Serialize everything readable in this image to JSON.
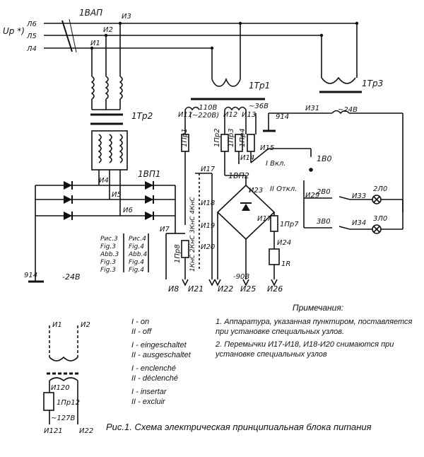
{
  "diagram": {
    "caption": "Рис.1. Схема электрическая принципиальная блока питания",
    "supply": {
      "label": "Uр *)",
      "lines": [
        "Л6",
        "Л5",
        "Л4"
      ]
    },
    "components": {
      "main_switch": "1ВАП",
      "tr1": "1Тр1",
      "tr2": "1Тр2",
      "tr3": "1Тр3",
      "bridge1": "1ВП1",
      "bridge2": "1ВП2",
      "fuses": [
        "1Пр1",
        "1Пр2",
        "1Пр3",
        "1Пр4",
        "1Пр7",
        "1Пр8"
      ],
      "resistor": "1R",
      "switch_b0": "1В0",
      "switch_2b0": "2В0",
      "switch_3b0": "3В0",
      "lamp_2": "2Л0",
      "lamp_3": "3Л0",
      "knots_vertical": "1КнС 2КнС 3КнС 4КнС"
    },
    "voltages": {
      "tr1_a": "~110В",
      "tr1_b": "(~220В)",
      "tr1_c": "~36В",
      "tr3_out": "~24В",
      "minus24": "-24В",
      "minus90": "-90В"
    },
    "switch_labels": {
      "on": "I Вкл.",
      "off": "II Откл."
    },
    "nodes": {
      "n1": "И1",
      "n2": "И2",
      "n3": "И3",
      "n4": "И4",
      "n5": "И5",
      "n6": "И6",
      "n7": "И7",
      "n8": "И8",
      "n11": "И11",
      "n12": "И12",
      "n13": "И13",
      "n14": "И14",
      "n15": "И15",
      "n17": "И17",
      "n18": "И18",
      "n19": "И19",
      "n20": "И20",
      "n21": "И21",
      "n22": "И22",
      "n23": "И23",
      "n24": "И24",
      "n25": "И25",
      "n26": "И26",
      "n29": "И29",
      "n31": "И31",
      "n33": "И33",
      "n34": "И34",
      "n914a": "914",
      "n914b": "914"
    },
    "refs_left": [
      "Рис.3",
      "Fig.3",
      "Abb.3",
      "Fig.3",
      "Fig.3"
    ],
    "refs_right": [
      "Рис.4",
      "Fig.4",
      "Abb.4",
      "Fig.4",
      "Fig.4"
    ],
    "inset": {
      "n1": "И1",
      "n2": "И2",
      "n120": "И120",
      "fuse": "1Пр12",
      "voltage": "~127В",
      "n121": "И121",
      "n22": "И22"
    }
  },
  "legend": [
    {
      "i": "I - on",
      "ii": "II - off"
    },
    {
      "i": "I - eingeschaltet",
      "ii": "II - ausgeschaltet"
    },
    {
      "i": "I - enclenché",
      "ii": "II - déclenché"
    },
    {
      "i": "I - insertar",
      "ii": "II - excluir"
    }
  ],
  "notes": {
    "title": "Примечания:",
    "items": [
      "1. Аппаратура, указанная пунктиром, поставляется при установке специальных узлов.",
      "2. Перемычки И17-И18, И18-И20 снимаются при установке специальных узлов"
    ]
  }
}
